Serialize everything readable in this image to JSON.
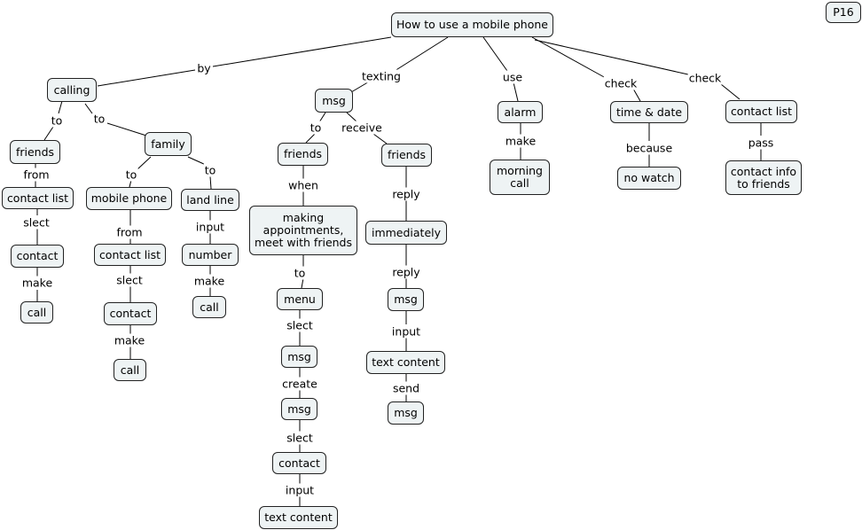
{
  "page_tag": "P16",
  "root": "How to use a mobile phone",
  "nodes": {
    "calling": "calling",
    "msg_top": "msg",
    "alarm": "alarm",
    "time_date": "time & date",
    "contact_list_top": "contact list",
    "friends_1": "friends",
    "family": "family",
    "contact_list_1": "contact list",
    "contact_1": "contact",
    "call_1": "call",
    "mobile_phone": "mobile phone",
    "contact_list_2": "contact list",
    "contact_2": "contact",
    "call_2": "call",
    "land_line": "land line",
    "number": "number",
    "call_3": "call",
    "friends_2": "friends",
    "making_appointments": "making\nappointments,\nmeet with friends",
    "menu": "menu",
    "msg_2": "msg",
    "msg_3": "msg",
    "contact_3": "contact",
    "text_content_1": "text content",
    "friends_3": "friends",
    "immediately": "immediately",
    "msg_4": "msg",
    "text_content_2": "text content",
    "msg_5": "msg",
    "morning_call": "morning\ncall",
    "no_watch": "no watch",
    "contact_info": "contact info\nto friends"
  },
  "links": {
    "by": "by",
    "texting": "texting",
    "use": "use",
    "check_1": "check",
    "check_2": "check",
    "to_1": "to",
    "to_2": "to",
    "from_1": "from",
    "slect_1": "slect",
    "make_1": "make",
    "to_3": "to",
    "to_4": "to",
    "from_2": "from",
    "slect_2": "slect",
    "make_2": "make",
    "input_1": "input",
    "make_3": "make",
    "to_5": "to",
    "receive": "receive",
    "when": "when",
    "to_6": "to",
    "slect_3": "slect",
    "create": "create",
    "slect_4": "slect",
    "input_2": "input",
    "reply_1": "reply",
    "reply_2": "reply",
    "input_3": "input",
    "send": "send",
    "make_4": "make",
    "because": "because",
    "pass": "pass"
  }
}
